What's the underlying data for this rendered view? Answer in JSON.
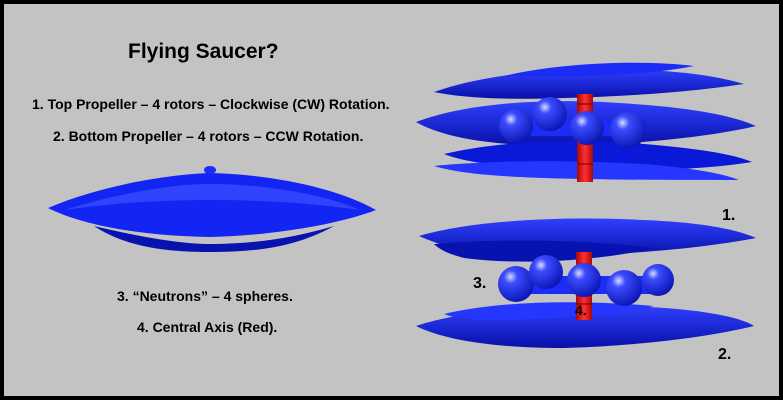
{
  "title": "Flying Saucer?",
  "legend": {
    "item1": "1. Top Propeller – 4 rotors – Clockwise (CW) Rotation.",
    "item2": "2. Bottom Propeller – 4 rotors – CCW Rotation.",
    "item3": "3. “Neutrons” – 4 spheres.",
    "item4": "4. Central Axis (Red)."
  },
  "markers": {
    "m1": "1.",
    "m2": "2.",
    "m3": "3.",
    "m4": "4."
  },
  "colors": {
    "background": "#c3c3c3",
    "saucer_blue": "#0b1ef0",
    "axis_red": "#e01818"
  }
}
